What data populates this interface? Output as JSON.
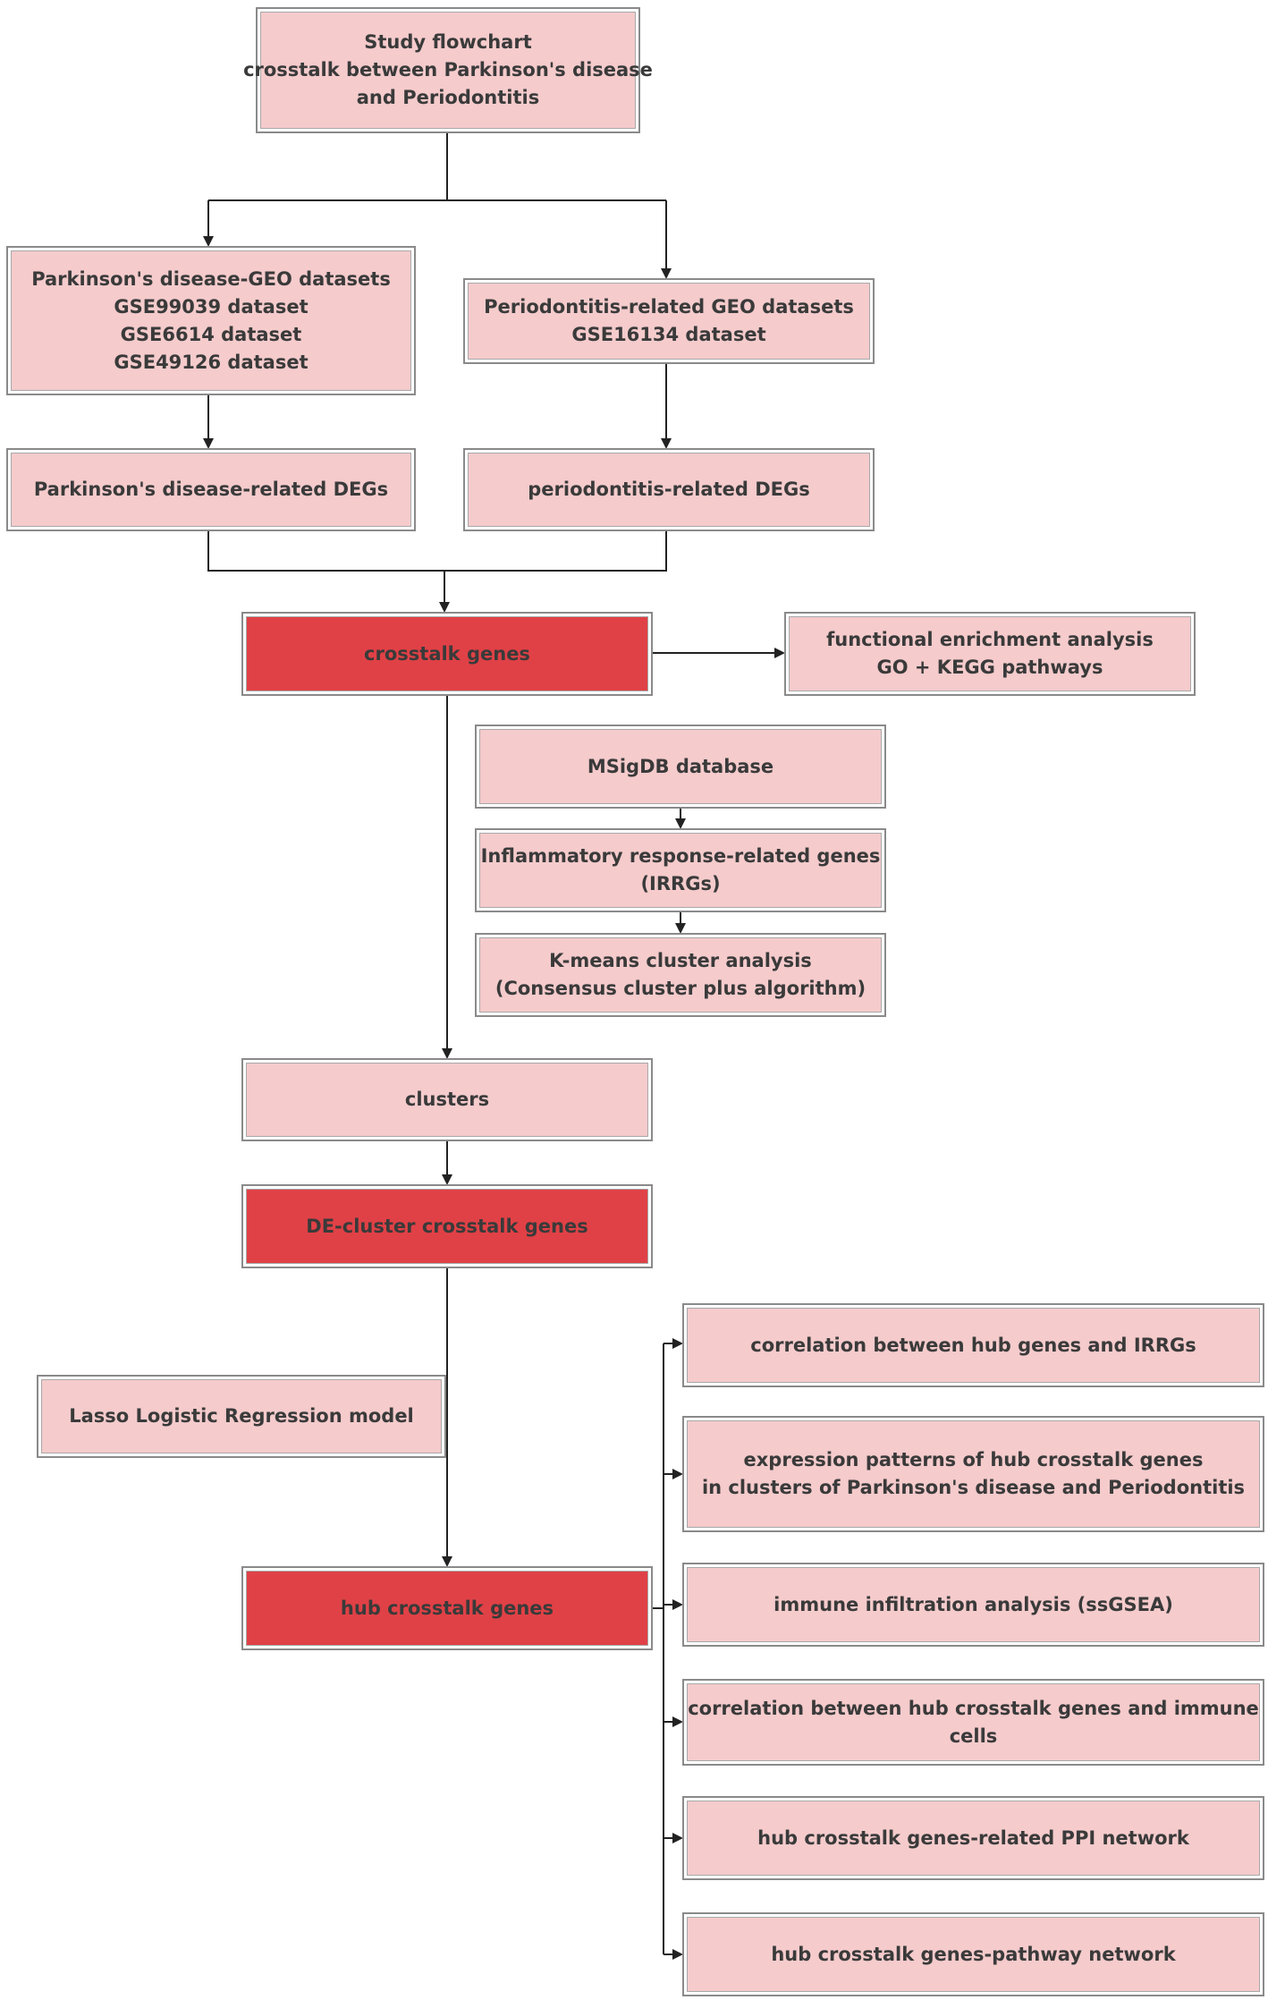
{
  "colors": {
    "box_fill": "#f5cbcc",
    "highlight_fill": "#e04146",
    "line": "#222222",
    "text": "#3a3a3a"
  },
  "nodes": {
    "title": [
      "Study flowchart",
      "crosstalk between Parkinson's disease",
      "and Periodontitis"
    ],
    "pd_geo": [
      "Parkinson's disease-GEO datasets",
      "GSE99039 dataset",
      "GSE6614 dataset",
      "GSE49126 dataset"
    ],
    "perio_geo": [
      "Periodontitis-related GEO datasets",
      "GSE16134 dataset"
    ],
    "pd_degs": [
      "Parkinson's disease-related DEGs"
    ],
    "perio_degs": [
      "periodontitis-related DEGs"
    ],
    "crosstalk": [
      "crosstalk genes"
    ],
    "enrichment": [
      "functional enrichment analysis",
      "GO + KEGG pathways"
    ],
    "msigdb": [
      "MSigDB database"
    ],
    "irrgs": [
      "Inflammatory response-related genes",
      "(IRRGs)"
    ],
    "kmeans": [
      "K-means cluster analysis",
      "(Consensus cluster plus algorithm)"
    ],
    "clusters": [
      "clusters"
    ],
    "de_cluster": [
      "DE-cluster crosstalk genes"
    ],
    "lasso": [
      "Lasso Logistic Regression model"
    ],
    "hub": [
      "hub crosstalk genes"
    ],
    "corr_irrgs": [
      "correlation between hub genes and IRRGs"
    ],
    "expression": [
      "expression patterns of hub crosstalk genes",
      "in clusters of Parkinson's disease and Periodontitis"
    ],
    "immune": [
      "immune infiltration analysis (ssGSEA)"
    ],
    "corr_immune": [
      "correlation between hub crosstalk genes and  immune",
      "cells"
    ],
    "ppi": [
      "hub crosstalk genes-related PPI network"
    ],
    "pathway": [
      "hub crosstalk genes-pathway network"
    ]
  }
}
